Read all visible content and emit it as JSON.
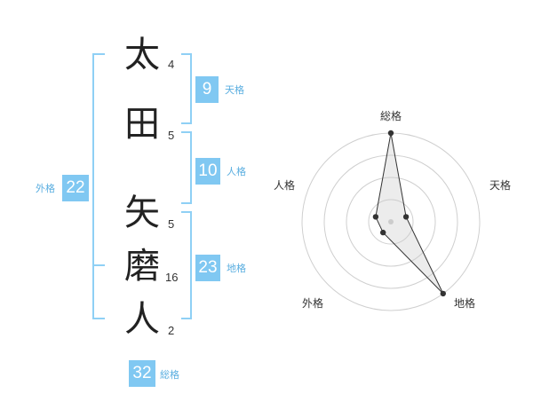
{
  "name_chars": [
    {
      "char": "太",
      "strokes": "4"
    },
    {
      "char": "田",
      "strokes": "5"
    },
    {
      "char": "矢",
      "strokes": "5"
    },
    {
      "char": "磨",
      "strokes": "16"
    },
    {
      "char": "人",
      "strokes": "2"
    }
  ],
  "kakusu": {
    "tenkaku": {
      "value": "9",
      "label": "天格"
    },
    "jinkaku": {
      "value": "10",
      "label": "人格"
    },
    "chikaku": {
      "value": "23",
      "label": "地格"
    },
    "gaikaku": {
      "value": "22",
      "label": "外格"
    },
    "soukaku": {
      "value": "32",
      "label": "総格"
    }
  },
  "colors": {
    "accent": "#80c8f2",
    "bracket": "#8fd0f5",
    "label": "#5aaee0"
  },
  "chart_data": {
    "type": "radar",
    "axes": [
      "総格",
      "天格",
      "地格",
      "外格",
      "人格"
    ],
    "values": [
      1.0,
      0.18,
      1.0,
      0.15,
      0.18
    ],
    "rings": 4
  }
}
